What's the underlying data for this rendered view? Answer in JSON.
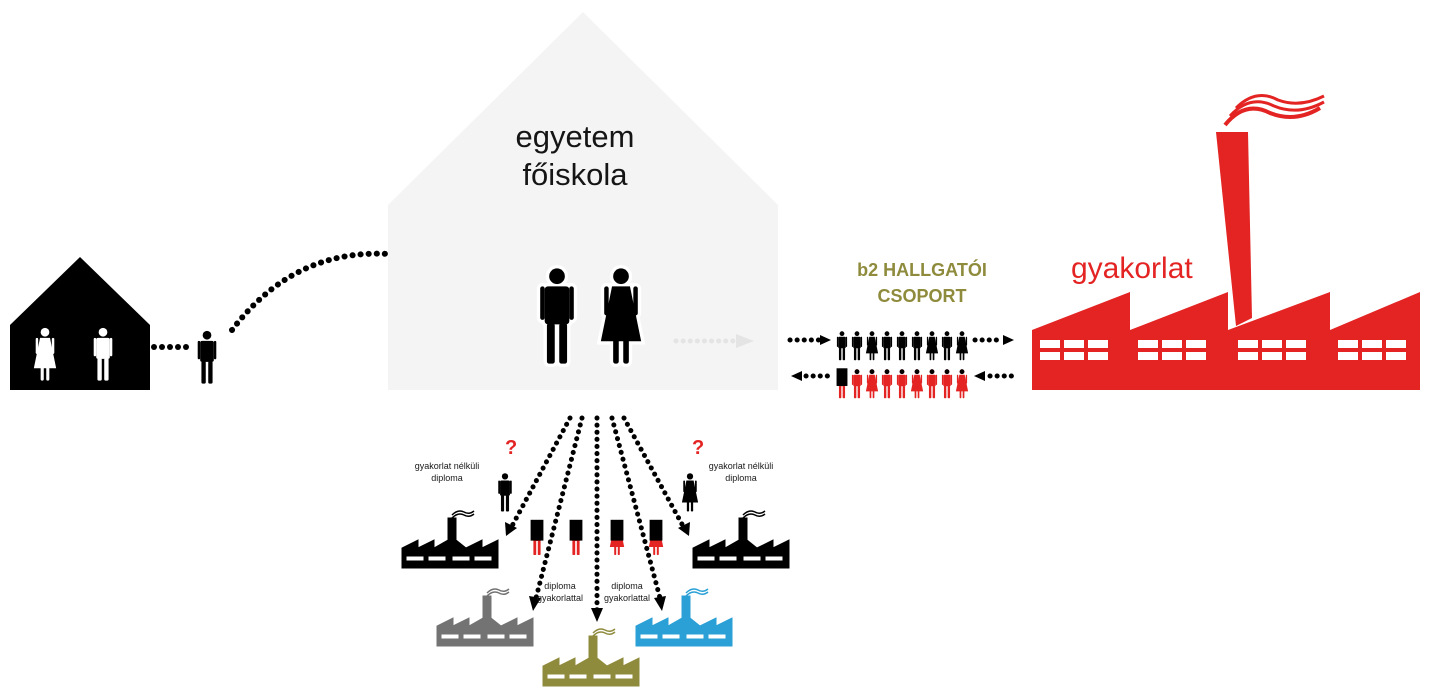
{
  "university": {
    "line1": "egyetem",
    "line2": "főiskola"
  },
  "student_group": {
    "line1": "b2 HALLGATÓI",
    "line2": "CSOPORT"
  },
  "factory": {
    "label": "gyakorlat"
  },
  "outcomes": {
    "left_label_line1": "gyakorlat nélküli",
    "left_label_line2": "diploma",
    "right_label_line1": "gyakorlat nélküli",
    "right_label_line2": "diploma",
    "center_left_line1": "diploma",
    "center_left_line2": "gyakorlattal",
    "center_right_line1": "diploma",
    "center_right_line2": "gyakorlattal",
    "question_mark": "?"
  },
  "colors": {
    "black": "#000000",
    "red": "#e32423",
    "olive": "#8f8b3c",
    "gray": "#737373",
    "blue": "#2aa0d6",
    "light_building": "#f4f4f4"
  }
}
